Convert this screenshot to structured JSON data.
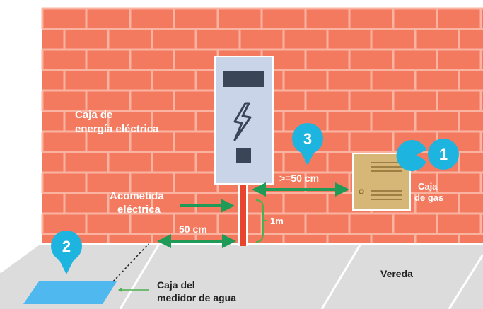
{
  "colors": {
    "brick": "#f37a5f",
    "mortar": "#fbb3a1",
    "sidewalk": "#dcdcdc",
    "meter_box": "#c9d4e8",
    "pipe": "#e8452e",
    "arrow": "#1f9a57",
    "badge": "#1eb4e0",
    "gas_box": "#d7b777",
    "water_box": "#4fb8ee"
  },
  "labels": {
    "energy_box": [
      "Caja de",
      "energía eléctrica"
    ],
    "service": [
      "Acometida",
      "eléctrica"
    ],
    "gas_box": [
      "Caja",
      "de gas"
    ],
    "water_box": [
      "Caja del",
      "medidor de agua"
    ],
    "sidewalk": "Vereda"
  },
  "measurements": {
    "gas_distance": ">=50 cm",
    "left_distance": "50 cm",
    "height": "1m"
  },
  "badges": [
    "1",
    "2",
    "3"
  ],
  "icons": {
    "meter_box": "lightning-bolt-icon",
    "water_box": "faucet-icon"
  }
}
